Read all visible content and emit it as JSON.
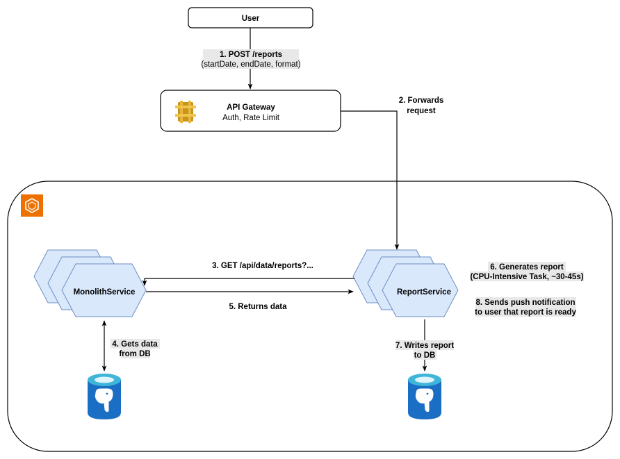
{
  "user": {
    "label": "User"
  },
  "api_gateway": {
    "title": "API Gateway",
    "subtitle": "Auth, Rate Limit",
    "icon": "api-gateway-icon"
  },
  "steps": {
    "s1_line1": "1. POST /reports",
    "s1_line2": "(startDate, endDate, format)",
    "s2_line1": "2. Forwards",
    "s2_line2": "request",
    "s3": "3. GET /api/data/reports?...",
    "s4_line1": "4. Gets data",
    "s4_line2": "from DB",
    "s5": "5. Returns data",
    "s6_line1": "6. Generates report",
    "s6_line2": "(CPU-Intensive Task, ~30-45s)",
    "s7_line1": "7. Writes report",
    "s7_line2": "to DB",
    "s8_line1": "8. Sends push notification",
    "s8_line2": "to user that report is ready"
  },
  "services": {
    "monolith": "MonolithService",
    "report": "ReportService"
  },
  "icons": {
    "cluster": "container-cluster-icon",
    "db_left": "postgresql-database-icon",
    "db_right": "postgresql-database-icon"
  },
  "colors": {
    "hex_fill": "#dae8fc",
    "hex_stroke": "#6c8ebf",
    "label_bg": "#e8e8e8",
    "aws_orange": "#ed7100",
    "gateway_gold": "#d4a326",
    "db_blue": "#1a6fc4",
    "db_cyan": "#3fb5d8"
  }
}
